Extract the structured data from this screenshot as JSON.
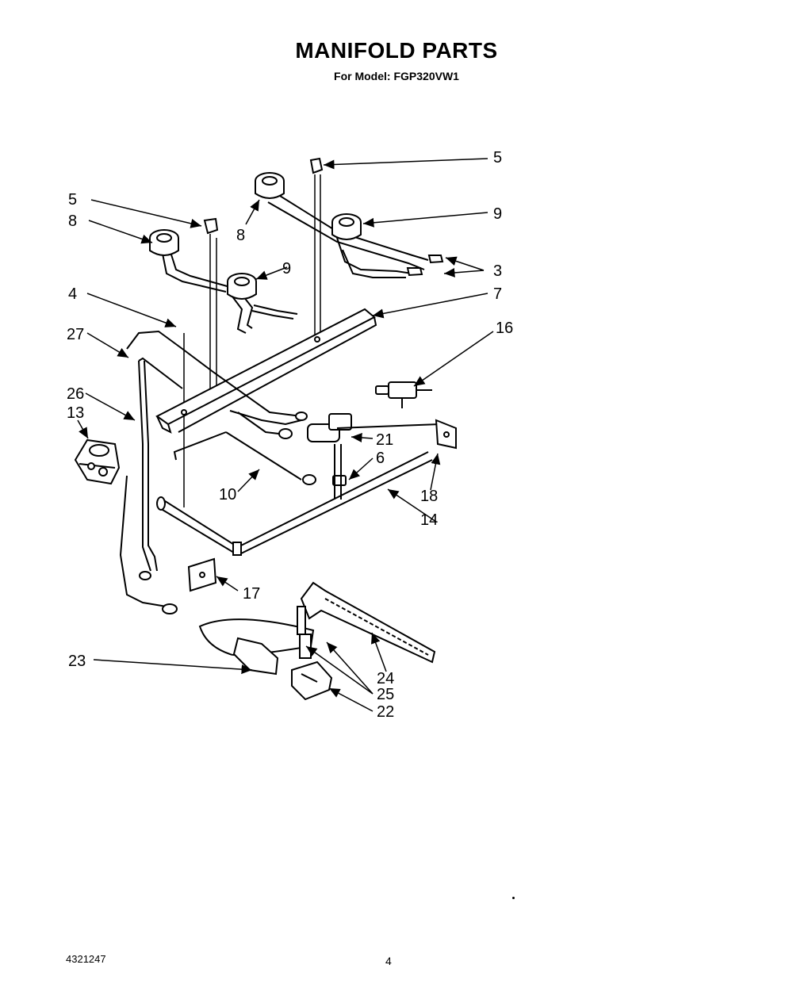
{
  "title": "MANIFOLD PARTS",
  "subtitle": "For Model: FGP320VW1",
  "footer": {
    "document_number": "4321247",
    "page_number": "4"
  },
  "callouts": {
    "c5a": "5",
    "c5b": "5",
    "c8a": "8",
    "c8b": "8",
    "c9a": "9",
    "c9b": "9",
    "c3": "3",
    "c7": "7",
    "c4": "4",
    "c27": "27",
    "c16": "16",
    "c26": "26",
    "c13": "13",
    "c21": "21",
    "c6": "6",
    "c10": "10",
    "c18": "18",
    "c14": "14",
    "c17": "17",
    "c24": "24",
    "c23": "23",
    "c25": "25",
    "c22": "22"
  }
}
